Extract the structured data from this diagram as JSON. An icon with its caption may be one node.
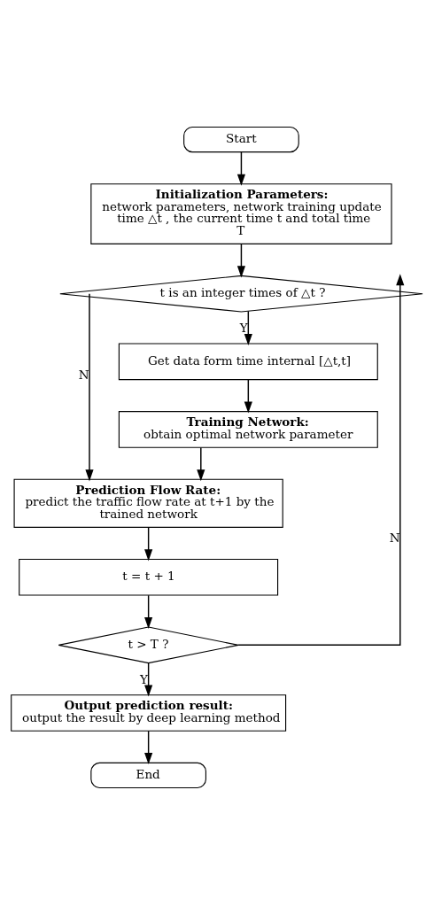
{
  "diagram": {
    "nodes": [
      {
        "text": [
          "Start"
        ]
      },
      {
        "text": [
          "Initialization Parameters:",
          "network parameters, network training update time △t , the current time t and total time T"
        ]
      },
      {
        "text": [
          "t is an integer times of △t ?"
        ]
      },
      {
        "text": [
          "Get data form time internal [△t,t]"
        ]
      },
      {
        "text": [
          "Training Network:",
          "obtain optimal network parameter"
        ]
      },
      {
        "text": [
          "Prediction Flow Rate:",
          "predict the traffic flow rate at t+1 by the trained network"
        ]
      },
      {
        "text": [
          "t = t + 1"
        ]
      },
      {
        "text": [
          "t > T ?"
        ]
      },
      {
        "text": [
          "Output prediction result:",
          "output the result by deep learning method"
        ]
      },
      {
        "text": [
          "End"
        ]
      }
    ],
    "edges": [
      {
        "from": 0,
        "to": 1,
        "arrow": "to"
      },
      {
        "from": 1,
        "to": 2,
        "arrow": "to"
      },
      {
        "from": 2,
        "to": 3,
        "arrow": "to",
        "label": "Y"
      },
      {
        "from": 3,
        "to": 4,
        "arrow": "to"
      },
      {
        "from": 4,
        "to": 5,
        "arrow": "to"
      },
      {
        "from": 2,
        "to": 5,
        "arrow": "to",
        "label": "N"
      },
      {
        "from": 5,
        "to": 6,
        "arrow": "to"
      },
      {
        "from": 6,
        "to": 7,
        "arrow": "to"
      },
      {
        "from": 7,
        "to": 2,
        "arrow": "to",
        "label": "N"
      },
      {
        "from": 7,
        "to": 8,
        "arrow": "to",
        "label": "Y"
      },
      {
        "from": 8,
        "to": 9,
        "arrow": "to"
      }
    ]
  }
}
